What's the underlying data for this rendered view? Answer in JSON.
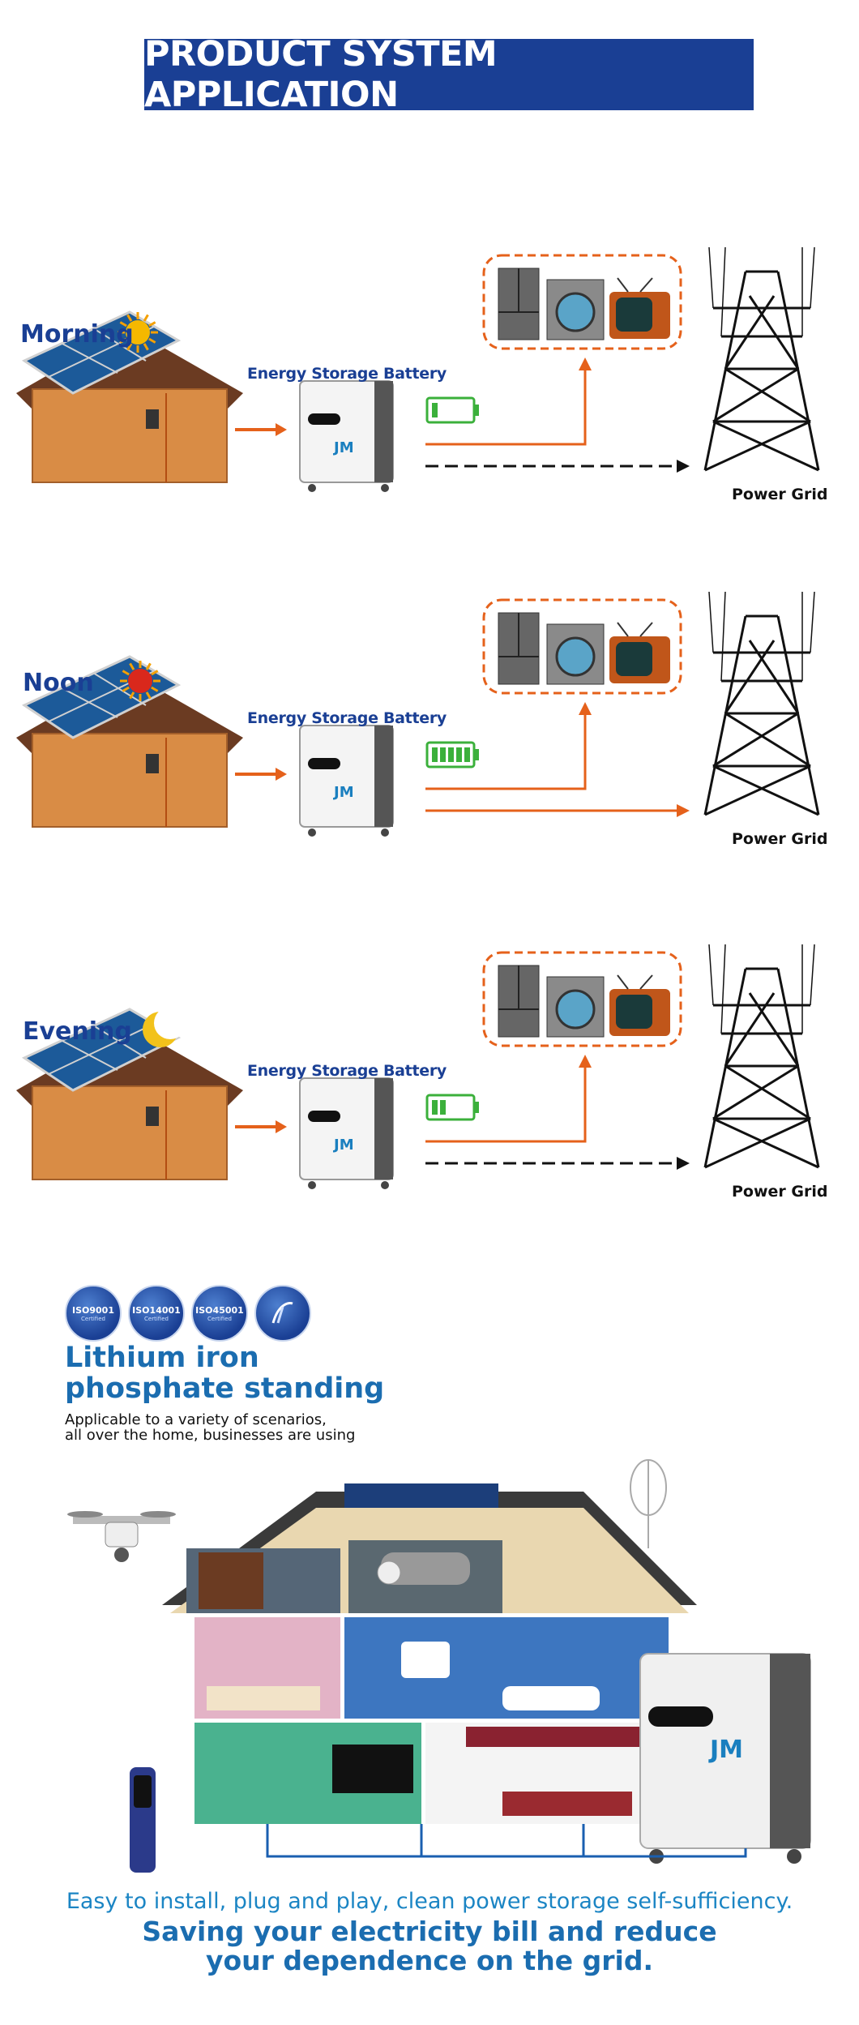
{
  "header": {
    "title": "PRODUCT SYSTEM APPLICATION"
  },
  "scenes": [
    {
      "time_label": "Morning",
      "battery_label": "Energy Storage Battery",
      "grid_label": "Power Grid"
    },
    {
      "time_label": "Noon",
      "battery_label": "Energy Storage Battery",
      "grid_label": "Power Grid"
    },
    {
      "time_label": "Evening",
      "battery_label": "Energy Storage Battery",
      "grid_label": "Power Grid"
    }
  ],
  "certifications": [
    {
      "title": "ISO9001",
      "sub": "Certified"
    },
    {
      "title": "ISO14001",
      "sub": "Certified"
    },
    {
      "title": "ISO45001",
      "sub": "Certified"
    }
  ],
  "feature": {
    "heading_line1": "Lithium iron",
    "heading_line2": "phosphate standing",
    "sub_line1": "Applicable to a variety of scenarios,",
    "sub_line2": "all over the home, businesses are using"
  },
  "footer": {
    "line1": "Easy to install, plug and play, clean power storage self-sufficiency.",
    "line2": "Saving your electricity bill and reduce",
    "line3": "your dependence on the grid."
  },
  "battery_brand": "JM",
  "colors": {
    "brand_blue": "#1a3f94",
    "arrow_orange": "#e5611b",
    "battery_green": "#3bb03b",
    "text_blue": "#1b6db0"
  }
}
